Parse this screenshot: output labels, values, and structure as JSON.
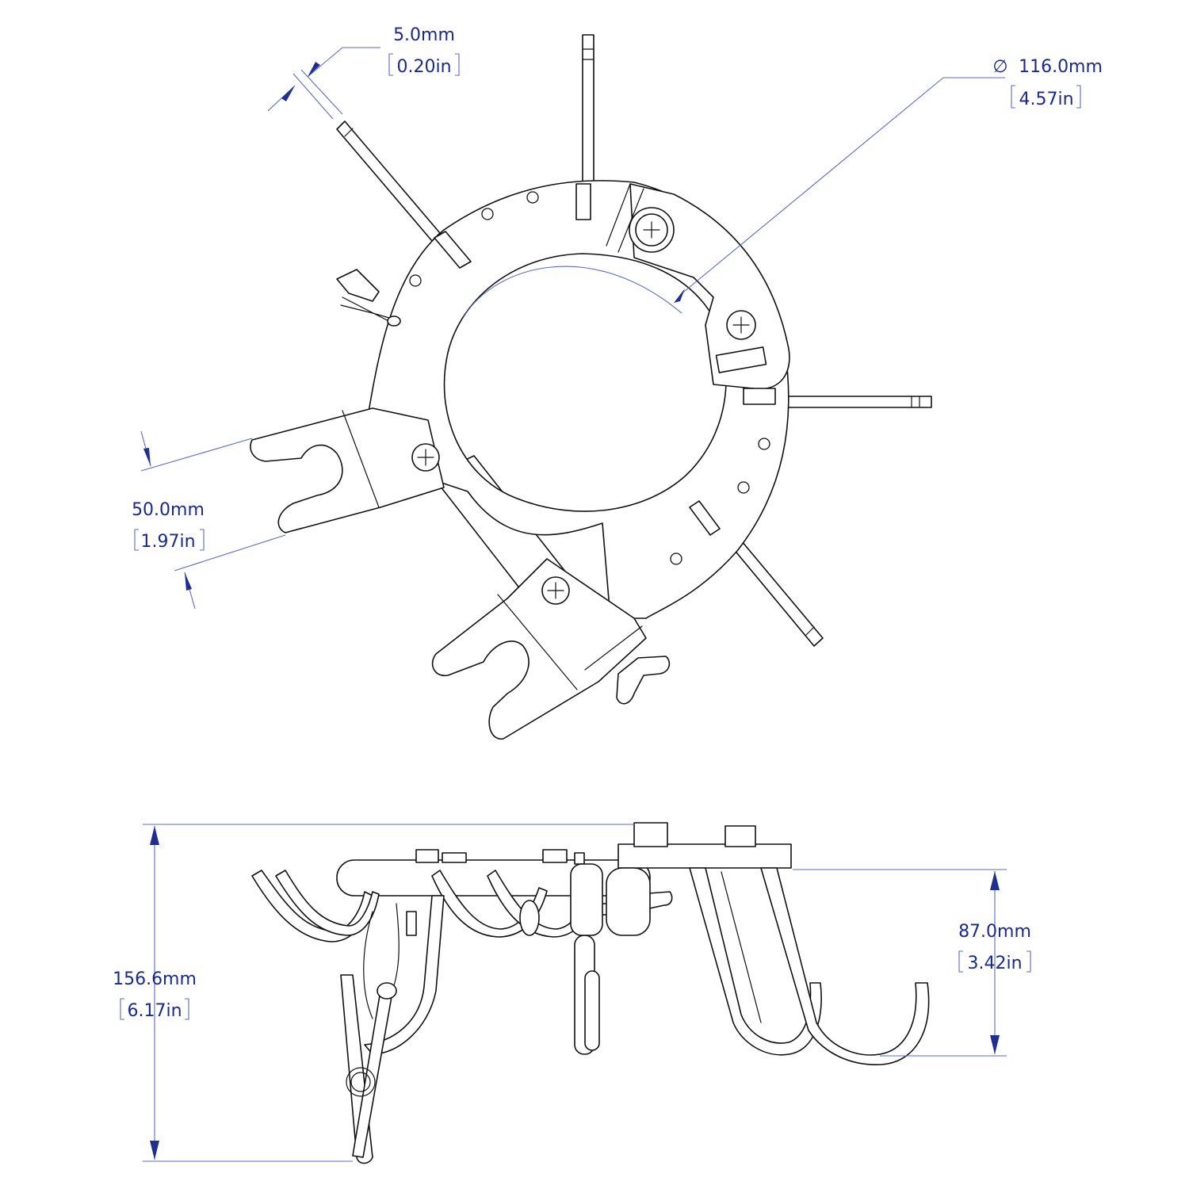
{
  "colors": {
    "dimension": "#1f2f8f",
    "dimension_text": "#1a2a8a",
    "dimension_leader": "#5a6bbf",
    "outline": "#111111"
  },
  "dimensions": {
    "rod_thickness": {
      "mm": "5.0mm",
      "inch": "0.20in"
    },
    "ring_diameter": {
      "symbol": "∅",
      "mm": "116.0mm",
      "inch": "4.57in"
    },
    "fork_width": {
      "mm": "50.0mm",
      "inch": "1.97in"
    },
    "total_height": {
      "mm": "156.6mm",
      "inch": "6.17in"
    },
    "hook_depth": {
      "mm": "87.0mm",
      "inch": "3.42in"
    }
  }
}
